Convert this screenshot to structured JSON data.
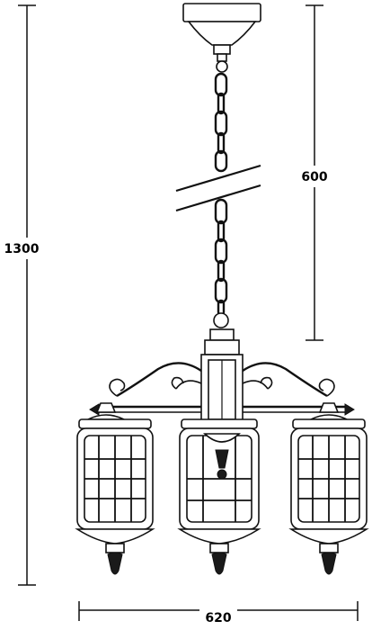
{
  "dimensions": {
    "total_height": "1300",
    "chain_length": "600",
    "width": "620"
  },
  "colors": {
    "line": "#111111",
    "background": "#ffffff"
  }
}
